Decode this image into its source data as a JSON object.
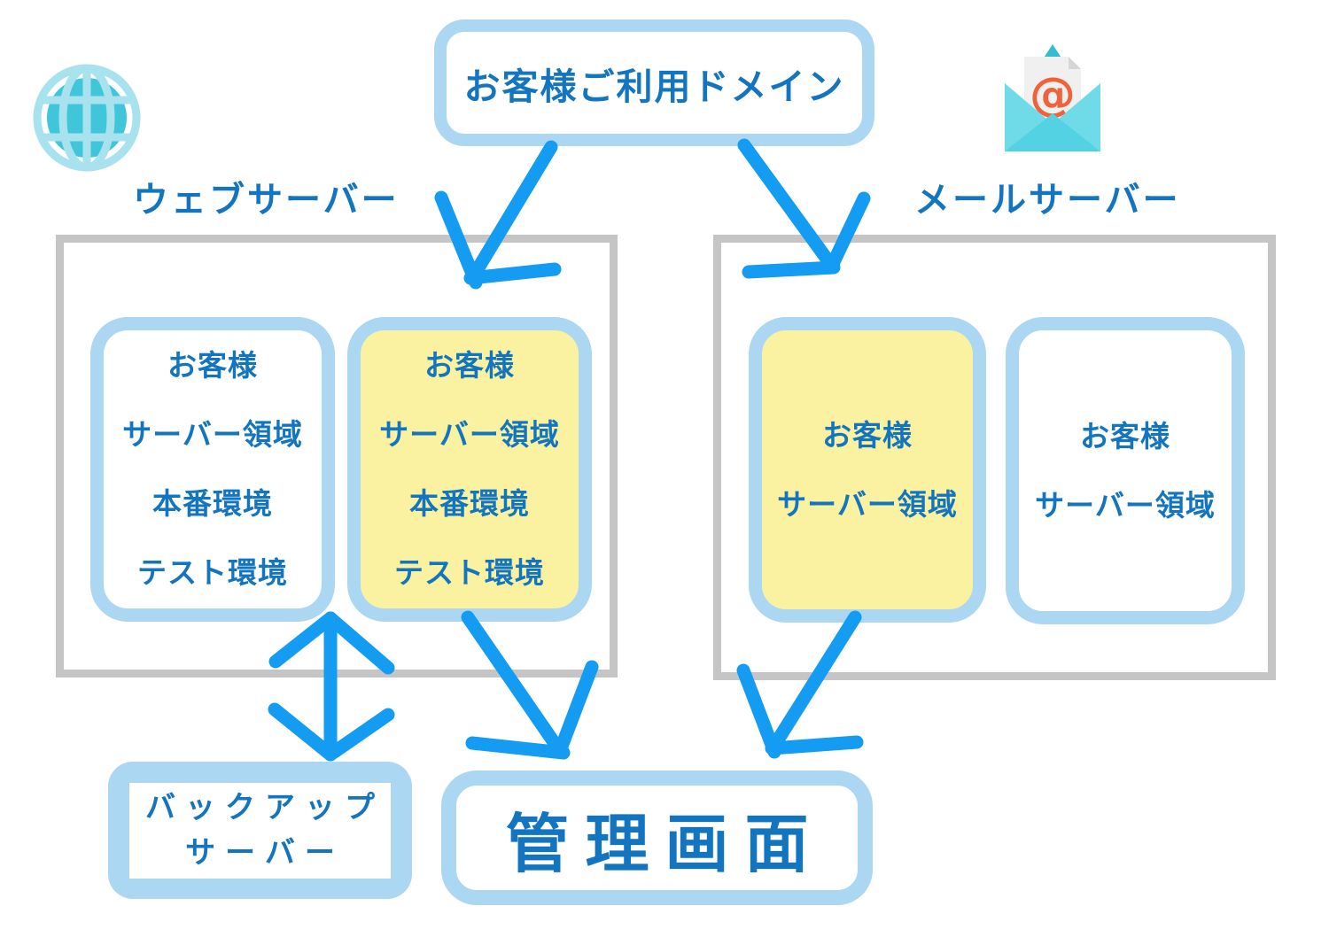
{
  "colors": {
    "arrow_blue": "#149bf2",
    "text_blue": "#1375bf",
    "panel_border_blue": "#abd7f3",
    "highlight_yellow": "#faf2a1",
    "frame_gray": "#c5c5c5",
    "globe_teal": "#3fc6da",
    "globe_light_blue": "#a9e2ef",
    "envelope_teal": "#6fdbe9",
    "envelope_dark_teal": "#35bcd0",
    "at_orange": "#f0633a"
  },
  "domain": {
    "label": "お客様ご利用ドメイン"
  },
  "web": {
    "label": "ウェブサーバー",
    "icon": "globe-icon",
    "boxes": [
      {
        "highlight": false,
        "lines": [
          "お客様",
          "サーバー領域",
          "本番環境",
          "テスト環境"
        ]
      },
      {
        "highlight": true,
        "lines": [
          "お客様",
          "サーバー領域",
          "本番環境",
          "テスト環境"
        ]
      }
    ]
  },
  "mail": {
    "label": "メールサーバー",
    "icon": "mail-icon",
    "boxes": [
      {
        "highlight": true,
        "lines": [
          "お客様",
          "サーバー領域"
        ]
      },
      {
        "highlight": false,
        "lines": [
          "お客様",
          "サーバー領域"
        ]
      }
    ]
  },
  "backup": {
    "lines": [
      "バックアップ",
      "サーバー"
    ]
  },
  "admin": {
    "label": "管理画面"
  },
  "arrows": [
    "domain-to-web-server",
    "domain-to-mail-server",
    "web-area-to-admin",
    "mail-area-to-admin",
    "web-area-backup-bidirectional"
  ]
}
